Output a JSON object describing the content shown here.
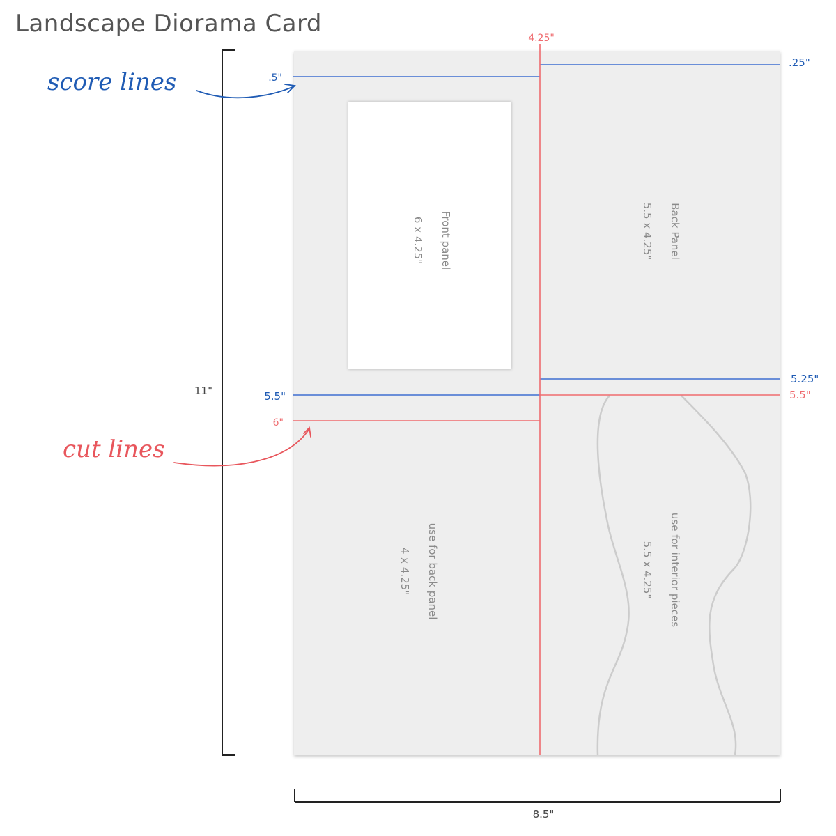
{
  "title": "Landscape Diorama Card",
  "annotations": {
    "score_lines": "score lines",
    "cut_lines": "cut lines"
  },
  "colors": {
    "score": "#3e6fd0",
    "score_text": "#1f5bb4",
    "cut": "#ef6b6f",
    "cut_text": "#e8565c",
    "paper": "#eeeeee",
    "panel_text": "#8a8a8a"
  },
  "dimensions": {
    "height": "11\"",
    "width": "8.5\""
  },
  "line_labels": {
    "top_center_cut": "4.25\"",
    "score_left_top": ".5\"",
    "score_right_top": ".25\"",
    "score_right_mid": "5.25\"",
    "score_left_mid": "5.5\"",
    "cut_right_mid": "5.5\"",
    "cut_left_mid": "6\""
  },
  "panels": {
    "front": {
      "line1": "Front panel",
      "line2": "6 x 4.25\""
    },
    "back": {
      "line1": "Back Panel",
      "line2": "5.5 x 4.25\""
    },
    "back_use": {
      "line1": "use for back panel",
      "line2": "4 x 4.25\""
    },
    "interior": {
      "line1": "use for interior pieces",
      "line2": "5.5 x 4.25\""
    }
  }
}
